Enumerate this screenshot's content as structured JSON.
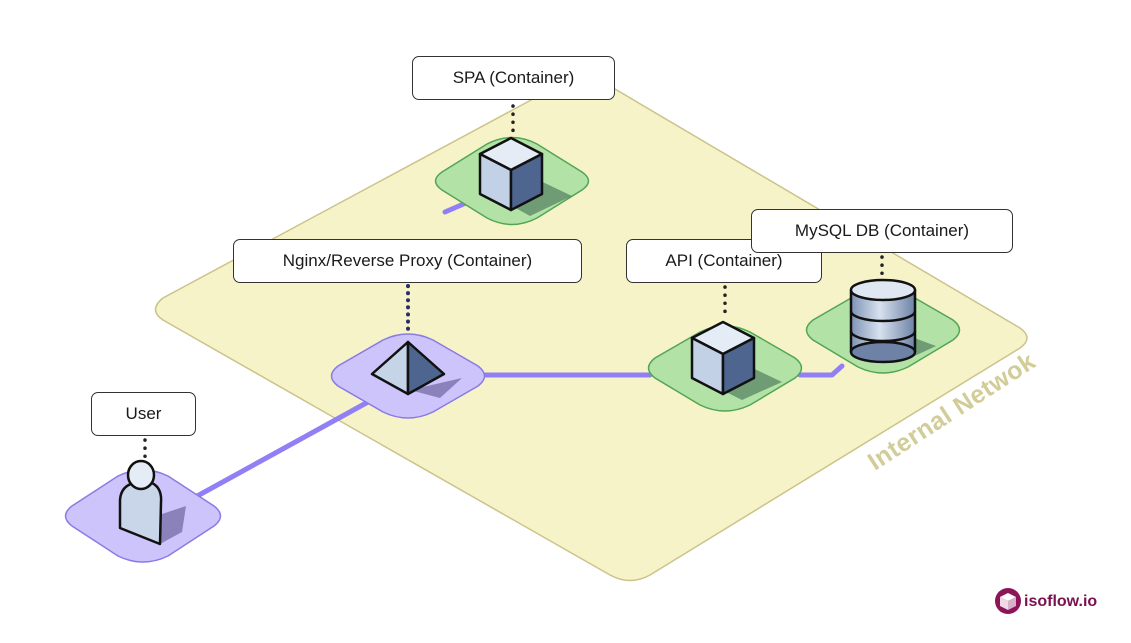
{
  "network": {
    "label": "Internal Netwok"
  },
  "nodes": {
    "spa": {
      "label": "SPA (Container)"
    },
    "nginx": {
      "label": "Nginx/Reverse Proxy (Container)"
    },
    "api": {
      "label": "API (Container)"
    },
    "mysql": {
      "label": "MySQL DB (Container)"
    },
    "user": {
      "label": "User"
    }
  },
  "brand": {
    "text": "isoflow.io"
  },
  "colors": {
    "network_fill": "#f7f3c8",
    "network_stroke": "#cbc38a",
    "connector": "#9180f5",
    "tile_green": "#b2e2a6",
    "tile_green_stroke": "#52a552",
    "tile_purple": "#ccc4fa",
    "tile_purple_stroke": "#8a7ae6",
    "brand": "#7a1050"
  }
}
